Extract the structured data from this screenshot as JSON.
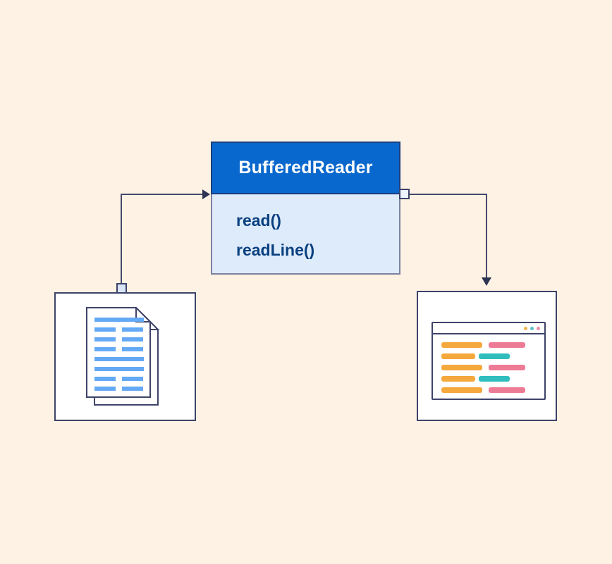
{
  "class_box": {
    "title": "BufferedReader",
    "methods": [
      "read()",
      "readLine()"
    ]
  },
  "nodes": {
    "input": {
      "icon": "document-icon"
    },
    "output": {
      "icon": "browser-window-icon"
    }
  },
  "connections": [
    {
      "from": "input-node",
      "to": "class-box",
      "direction": "right"
    },
    {
      "from": "class-box",
      "to": "output-node",
      "direction": "down"
    }
  ],
  "colors": {
    "background": "#FDF2E3",
    "header_blue": "#0968CD",
    "body_light_blue": "#DEEBFB",
    "method_text": "#0A4080",
    "outline_navy": "#3E4369",
    "arrow": "#46496B",
    "doc_line_blue": "#64A9F6",
    "code_orange": "#F5A83C",
    "code_pink": "#EE7B95",
    "code_teal": "#2FBDBE",
    "dot_orange": "#F2B14D",
    "dot_teal": "#5BC4C6",
    "dot_pink": "#F08CA8"
  }
}
